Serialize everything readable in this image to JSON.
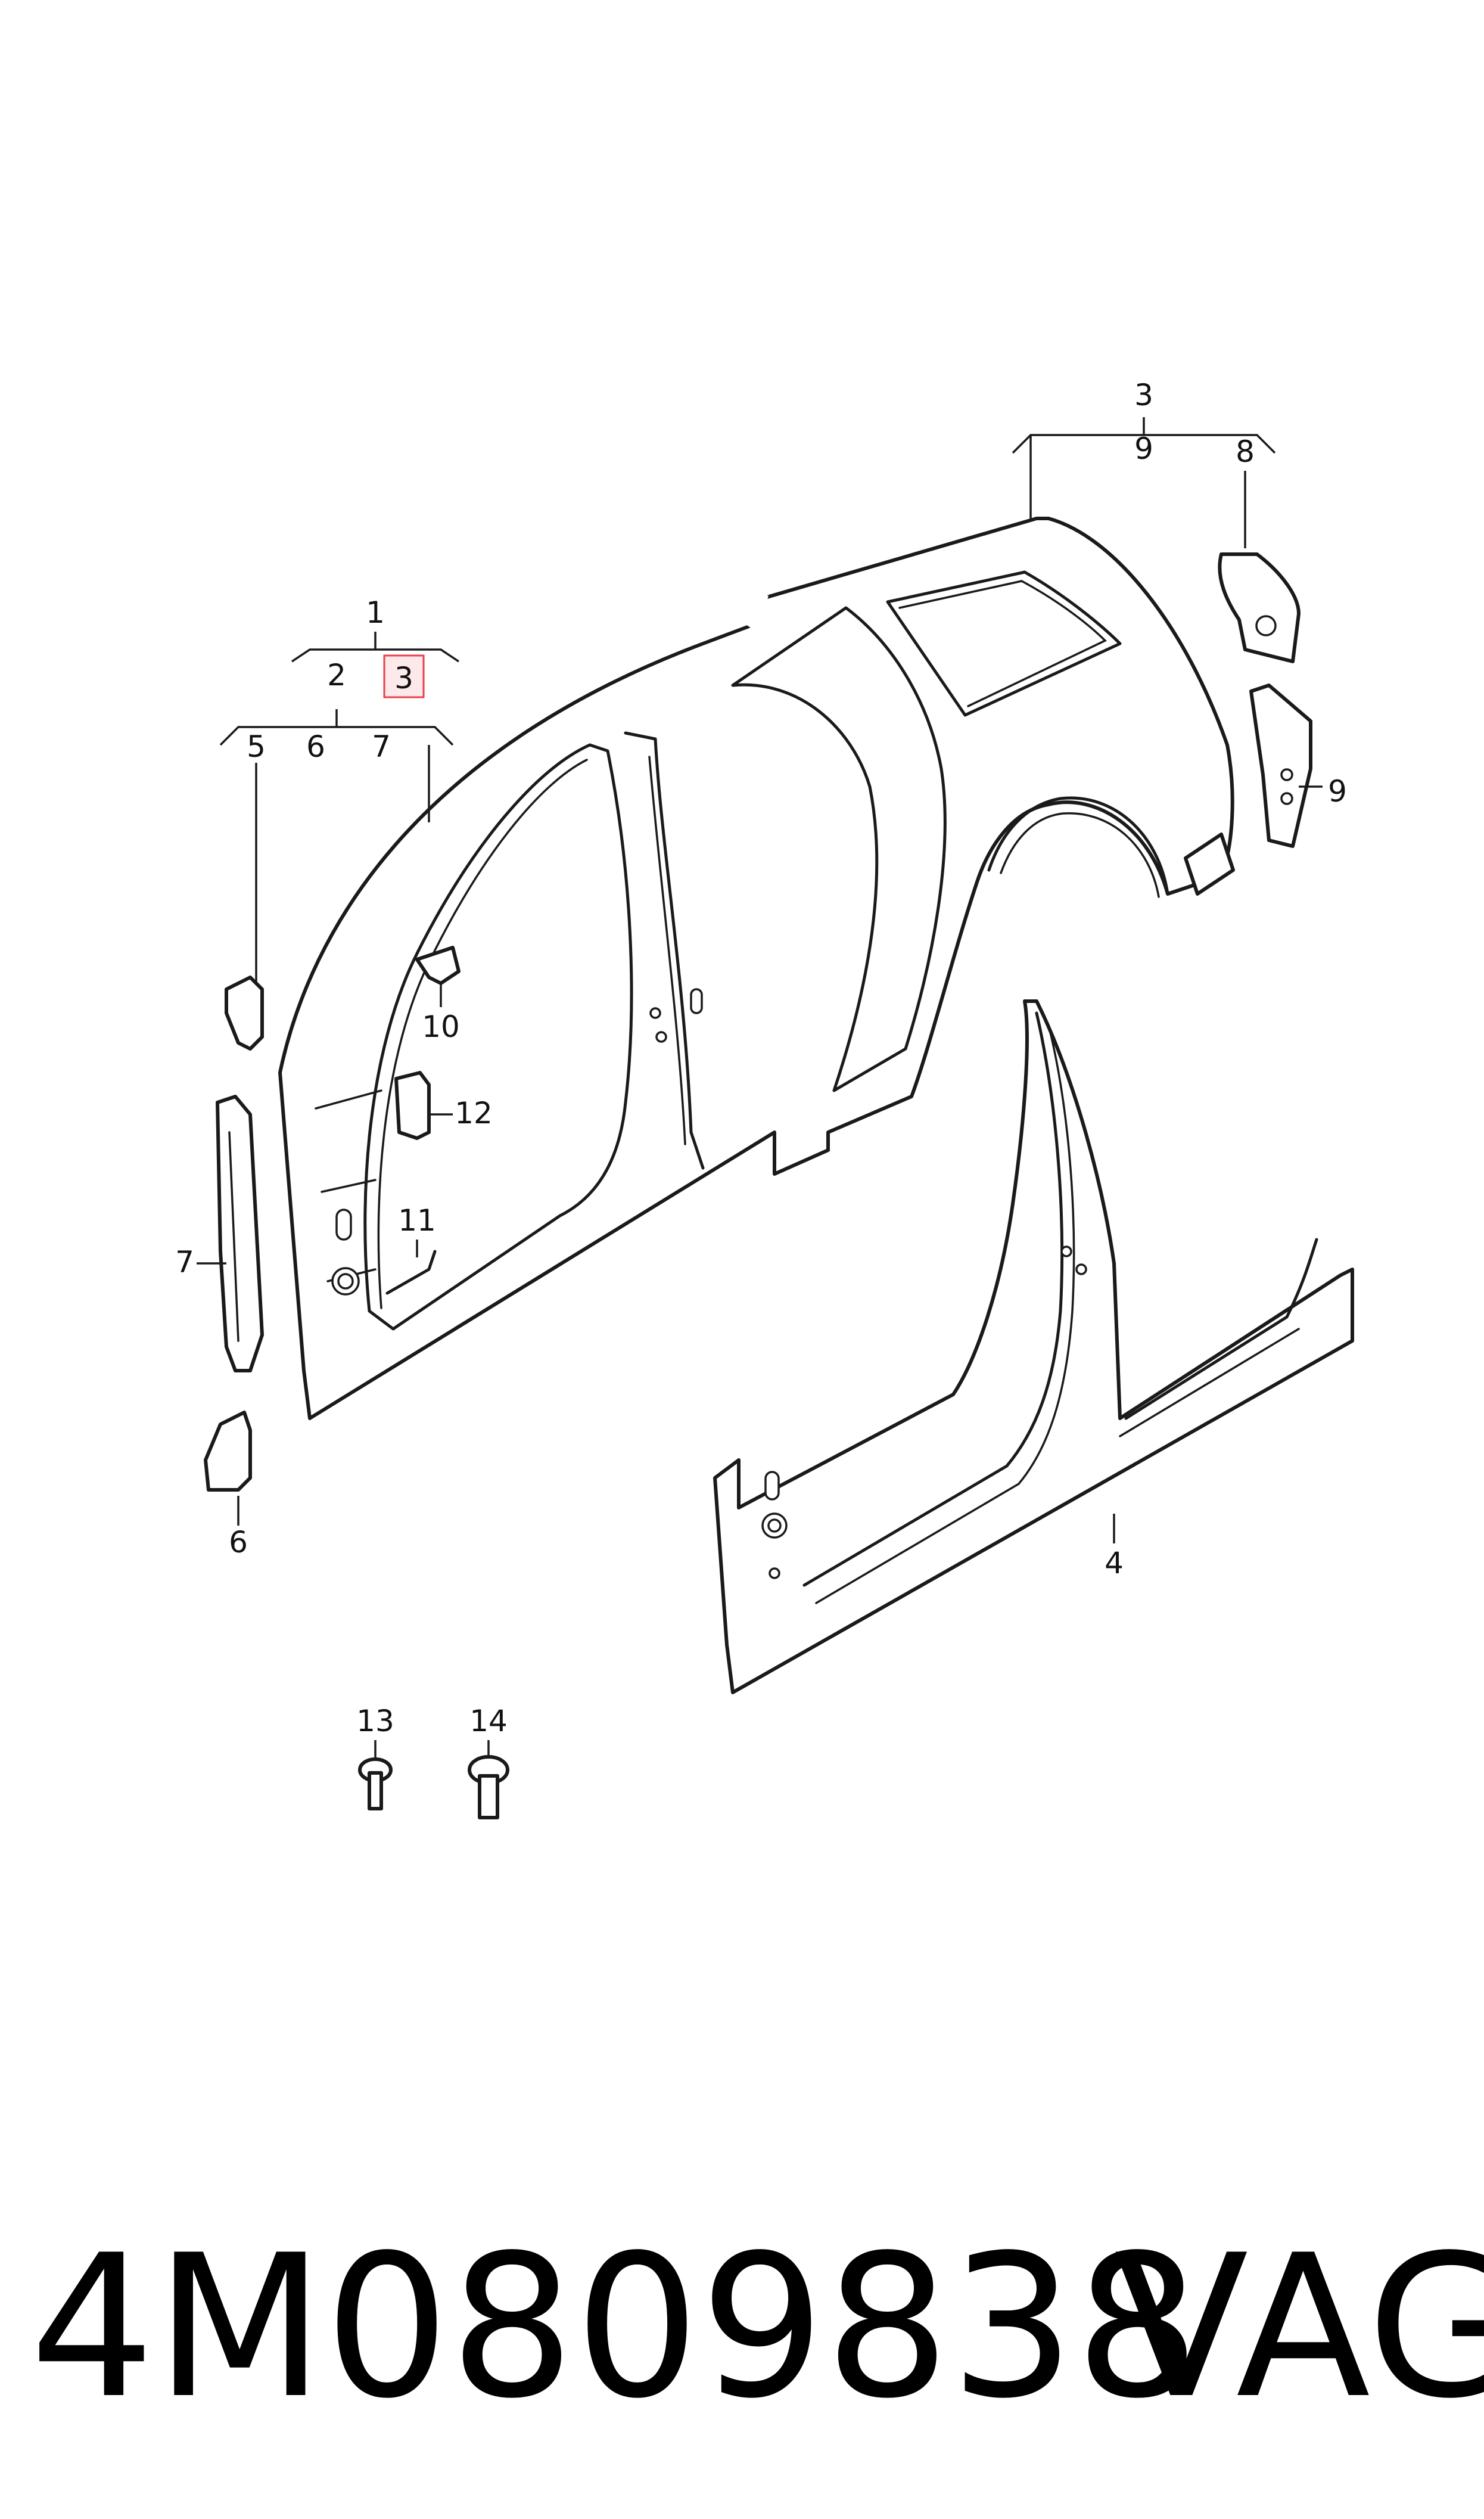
{
  "callouts": {
    "c1": "1",
    "c2": "2",
    "c3": "3",
    "c3b": "3",
    "c4": "4",
    "c5": "5",
    "c6": "6",
    "c6b": "6",
    "c7": "7",
    "c7b": "7",
    "c8": "8",
    "c9": "9",
    "c9b": "9",
    "c10": "10",
    "c11": "11",
    "c12": "12",
    "c13": "13",
    "c14": "14"
  },
  "highlight_color": "#e8404a",
  "footer": {
    "part_number": "4M0809838",
    "brand": "VAG"
  }
}
